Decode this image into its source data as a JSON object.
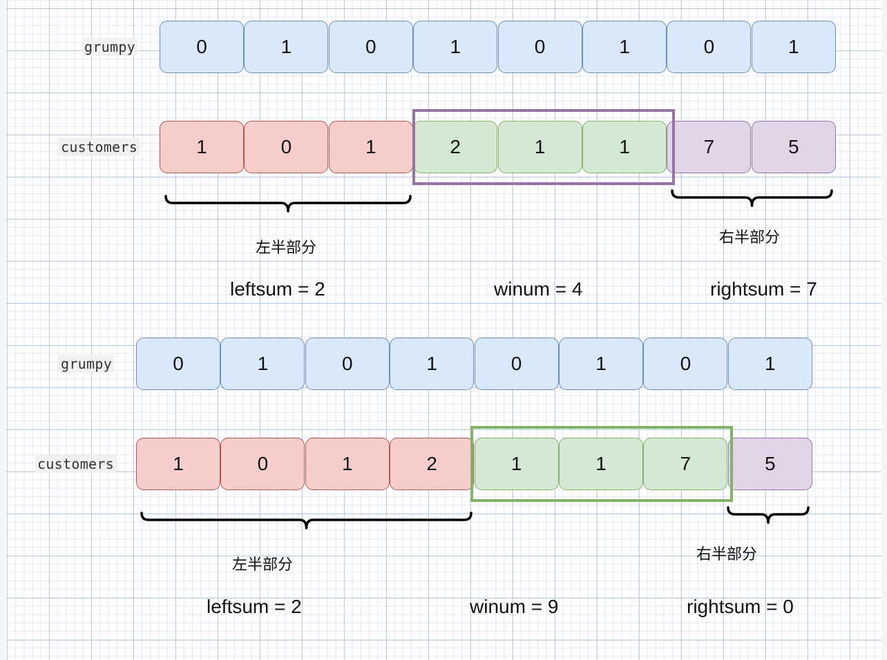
{
  "panels": [
    {
      "grumpy_label": "grumpy",
      "customers_label": "customers",
      "grumpy": [
        "0",
        "1",
        "0",
        "1",
        "0",
        "1",
        "0",
        "1"
      ],
      "customers": [
        "1",
        "0",
        "1",
        "2",
        "1",
        "1",
        "7",
        "5"
      ],
      "customer_groups": [
        "left",
        "left",
        "left",
        "window",
        "window",
        "window",
        "right",
        "right"
      ],
      "window_color": "#9673a6",
      "left_caption": "左半部分",
      "right_caption": "右半部分",
      "leftsum": "leftsum = 2",
      "winum": "winum = 4",
      "rightsum": "rightsum = 7"
    },
    {
      "grumpy_label": "grumpy",
      "customers_label": "customers",
      "grumpy": [
        "0",
        "1",
        "0",
        "1",
        "0",
        "1",
        "0",
        "1"
      ],
      "customers": [
        "1",
        "0",
        "1",
        "2",
        "1",
        "1",
        "7",
        "5"
      ],
      "customer_groups": [
        "left",
        "left",
        "left",
        "left",
        "window",
        "window",
        "window",
        "right"
      ],
      "window_color": "#82b366",
      "left_caption": "左半部分",
      "right_caption": "右半部分",
      "leftsum": "leftsum = 2",
      "winum": "winum = 9",
      "rightsum": "rightsum = 0"
    }
  ],
  "colors": {
    "grumpy_fill": "#dae8fc",
    "left_fill": "#f8cecc",
    "window_fill": "#d5e8d4",
    "right_fill": "#e1d5e7"
  }
}
